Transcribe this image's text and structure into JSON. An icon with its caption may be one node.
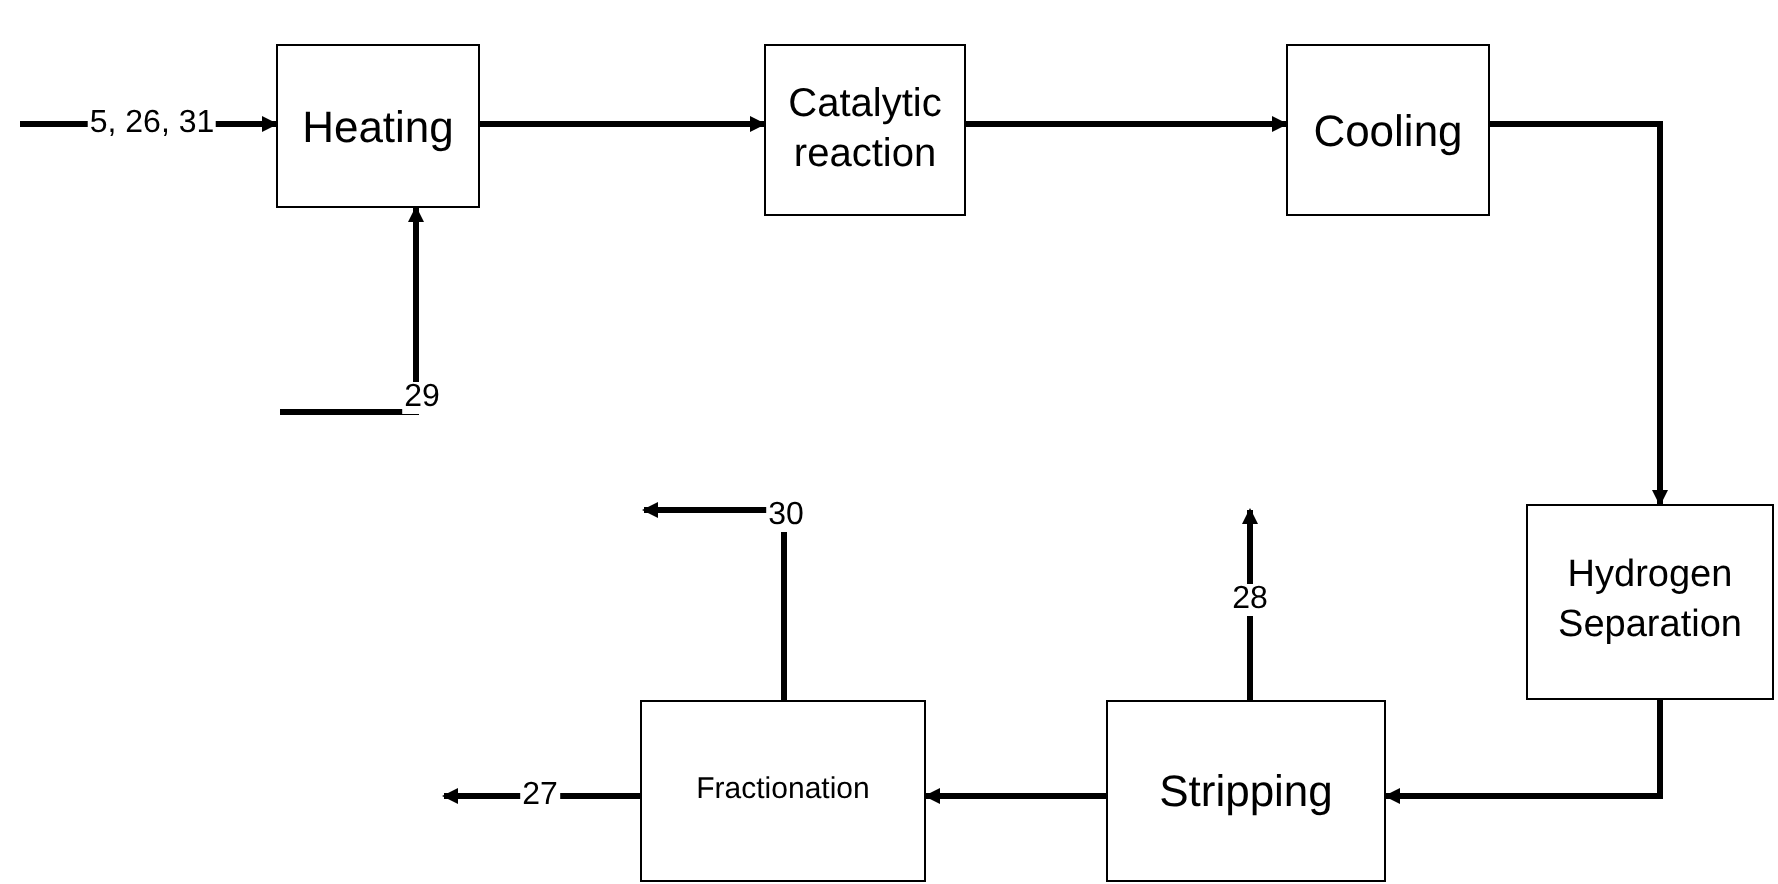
{
  "diagram": {
    "nodes": [
      {
        "text": [
          "Heating"
        ]
      },
      {
        "text": [
          "Catalytic reaction"
        ]
      },
      {
        "text": [
          "Cooling"
        ]
      },
      {
        "text": [
          "Hydrogen Separation"
        ]
      },
      {
        "text": [
          "Stripping"
        ]
      },
      {
        "text": [
          "Fractionation"
        ]
      }
    ],
    "edges": [
      {
        "from": 0,
        "to": 1,
        "arrow": "to"
      },
      {
        "from": 1,
        "to": 2,
        "arrow": "to"
      },
      {
        "from": 2,
        "to": 3,
        "arrow": "to"
      },
      {
        "from": 3,
        "to": 4,
        "arrow": "to"
      },
      {
        "from": 4,
        "to": 5,
        "arrow": "to"
      },
      {
        "from": null,
        "to": 0,
        "arrow": "to",
        "label": "5, 26, 31"
      },
      {
        "from": null,
        "to": 0,
        "arrow": "to",
        "label": "29"
      },
      {
        "from": 4,
        "to": null,
        "arrow": "to",
        "label": "28"
      },
      {
        "from": 5,
        "to": null,
        "arrow": "to",
        "label": "30"
      },
      {
        "from": 5,
        "to": null,
        "arrow": "to",
        "label": "27"
      }
    ]
  }
}
